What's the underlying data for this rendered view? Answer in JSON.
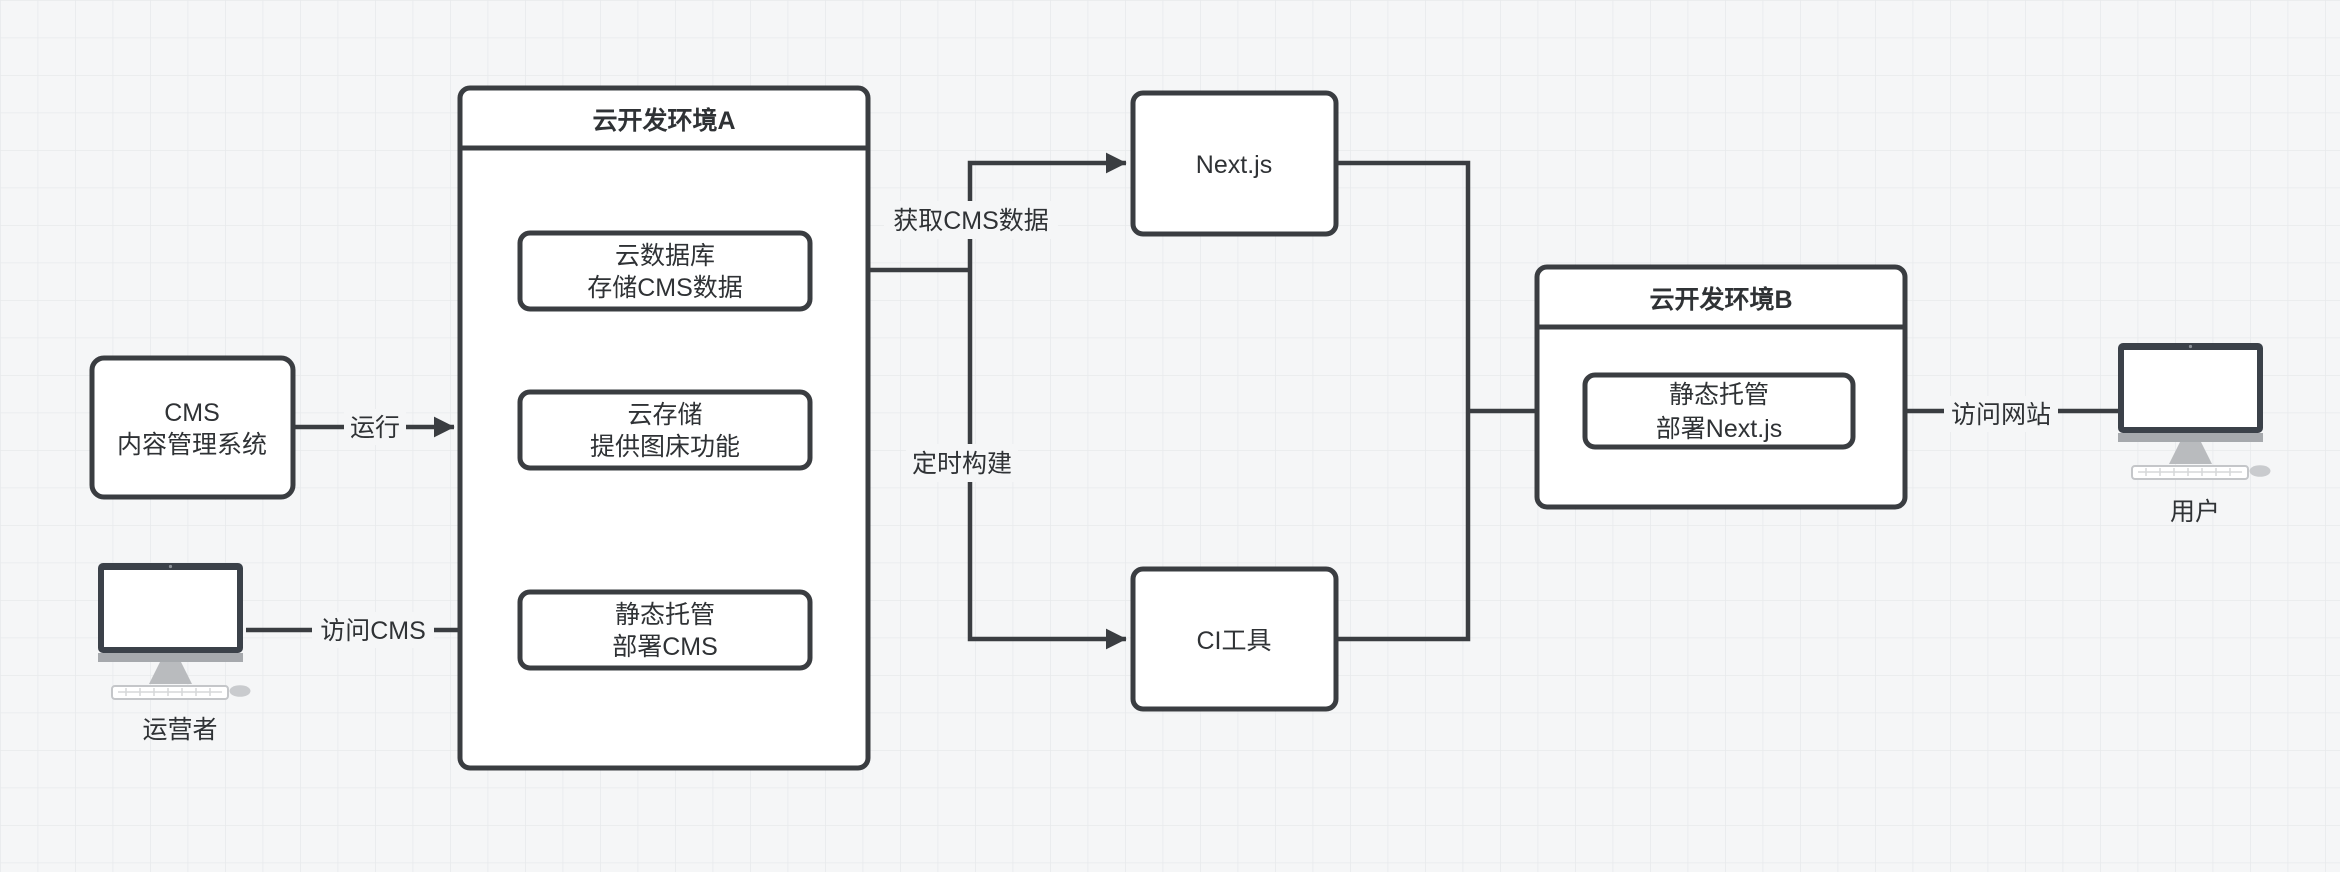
{
  "diagram": {
    "canvas": {
      "background_color": "#f5f6f7",
      "grid_color": "#e8eaec",
      "stroke_color": "#3a3d41",
      "text_color": "#2f3235",
      "monitor_bezel_color": "#3b4149"
    },
    "containers": {
      "env_a": {
        "title": "云开发环境A"
      },
      "env_b": {
        "title": "云开发环境B"
      }
    },
    "nodes": {
      "cms": {
        "line1": "CMS",
        "line2": "内容管理系统"
      },
      "cloud_db": {
        "line1": "云数据库",
        "line2": "存储CMS数据"
      },
      "cloud_storage": {
        "line1": "云存储",
        "line2": "提供图床功能"
      },
      "static_hosting_cms": {
        "line1": "静态托管",
        "line2": "部署CMS"
      },
      "nextjs": {
        "label": "Next.js"
      },
      "ci_tool": {
        "label": "CI工具"
      },
      "static_hosting_nextjs": {
        "line1": "静态托管",
        "line2": "部署Next.js"
      }
    },
    "actors": {
      "operator": {
        "label": "运营者"
      },
      "user": {
        "label": "用户"
      }
    },
    "edges": {
      "run": {
        "label": "运行"
      },
      "visit_cms": {
        "label": "访问CMS"
      },
      "fetch_cms_data": {
        "label": "获取CMS数据"
      },
      "scheduled_build": {
        "label": "定时构建"
      },
      "visit_site": {
        "label": "访问网站"
      }
    }
  }
}
